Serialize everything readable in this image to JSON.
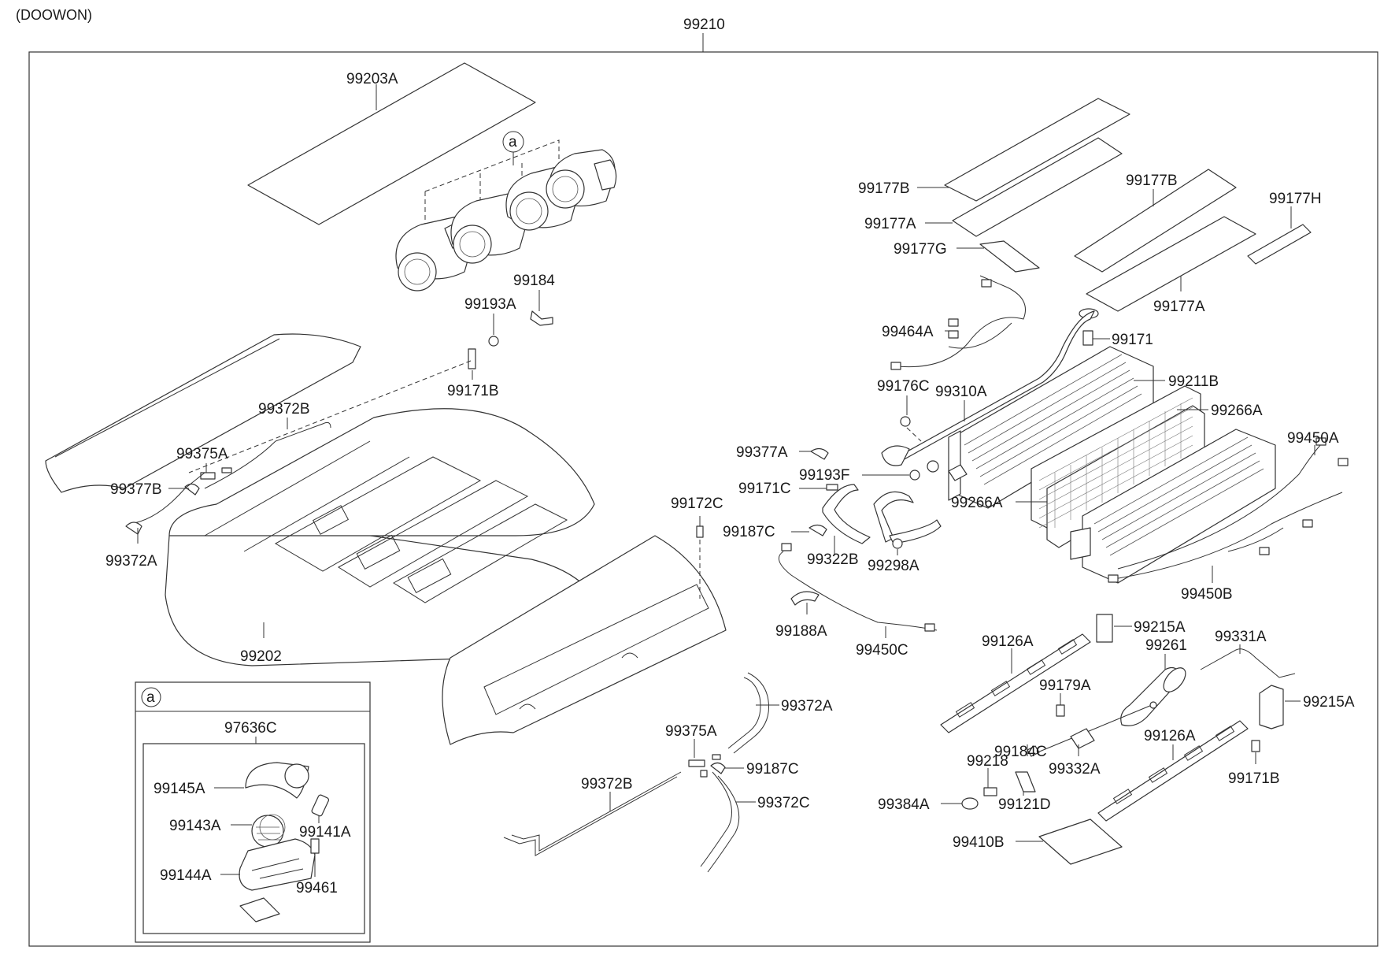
{
  "header": {
    "maker": "(DOOWON)",
    "assembly": "99210"
  },
  "inset": {
    "marker": "a",
    "assembly": "97636C"
  },
  "callout_marker": "a",
  "labels": {
    "p99203A": "99203A",
    "p99184": "99184",
    "p99193A": "99193A",
    "p99171B_top": "99171B",
    "p99372B_left": "99372B",
    "p99375A_left": "99375A",
    "p99377B": "99377B",
    "p99372A_left": "99372A",
    "p99202": "99202",
    "p99177B_left": "99177B",
    "p99177A_left": "99177A",
    "p99177G": "99177G",
    "p99177B_right": "99177B",
    "p99177H": "99177H",
    "p99177A_right": "99177A",
    "p99464A": "99464A",
    "p99171": "99171",
    "p99176C": "99176C",
    "p99310A": "99310A",
    "p99211B": "99211B",
    "p99266A_top": "99266A",
    "p99377A": "99377A",
    "p99193F": "99193F",
    "p99171C": "99171C",
    "p99266A_bot": "99266A",
    "p99450A": "99450A",
    "p99172C": "99172C",
    "p99187C_mid": "99187C",
    "p99322B": "99322B",
    "p99298A": "99298A",
    "p99450B": "99450B",
    "p99188A": "99188A",
    "p99450C": "99450C",
    "p99215A_top": "99215A",
    "p99126A_top": "99126A",
    "p99261": "99261",
    "p99331A": "99331A",
    "p99215A_right": "99215A",
    "p99179A": "99179A",
    "p99184C": "99184C",
    "p99126A_bot": "99126A",
    "p99218": "99218",
    "p99332A": "99332A",
    "p99171B_bot": "99171B",
    "p99384A": "99384A",
    "p99121D": "99121D",
    "p99410B": "99410B",
    "p99372A_bot": "99372A",
    "p99375A_bot": "99375A",
    "p99187C_bot": "99187C",
    "p99372B_bot": "99372B",
    "p99372C": "99372C",
    "p99145A": "99145A",
    "p99143A": "99143A",
    "p99141A": "99141A",
    "p99144A": "99144A",
    "p99461": "99461"
  }
}
